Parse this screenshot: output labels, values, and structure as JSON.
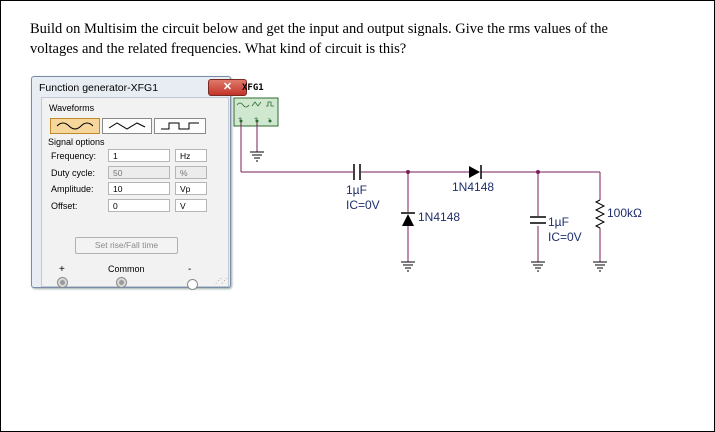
{
  "question": {
    "line1": "Build on Multisim the circuit below and get the input and output signals. Give the rms values of the",
    "line2": "voltages and the related frequencies. What kind of circuit is this?"
  },
  "fgen": {
    "title": "Function generator-XFG1",
    "close_icon": "close-icon",
    "waveforms_label": "Waveforms",
    "waveforms": [
      "sine-wave-icon",
      "triangle-wave-icon",
      "square-wave-icon"
    ],
    "signal_options_label": "Signal options",
    "rows": [
      {
        "label": "Frequency:",
        "value": "1",
        "unit": "Hz"
      },
      {
        "label": "Duty cycle:",
        "value": "50",
        "unit": "%"
      },
      {
        "label": "Amplitude:",
        "value": "10",
        "unit": "Vp"
      },
      {
        "label": "Offset:",
        "value": "0",
        "unit": "V"
      }
    ],
    "setrise_label": "Set rise/Fall time",
    "plus_label": "+",
    "common_label": "Common",
    "minus_label": "-"
  },
  "circuit": {
    "xfg_label": "XFG1",
    "cap1_value": "1µF",
    "cap1_ic": "IC=0V",
    "diode_series_label": "1N4148",
    "diode_shunt_label": "1N4148",
    "cap2_value": "1µF",
    "cap2_ic": "IC=0V",
    "resistor_label": "100kΩ",
    "wire_color": "#7a1e5a",
    "label_color": "#1f2f6b"
  }
}
